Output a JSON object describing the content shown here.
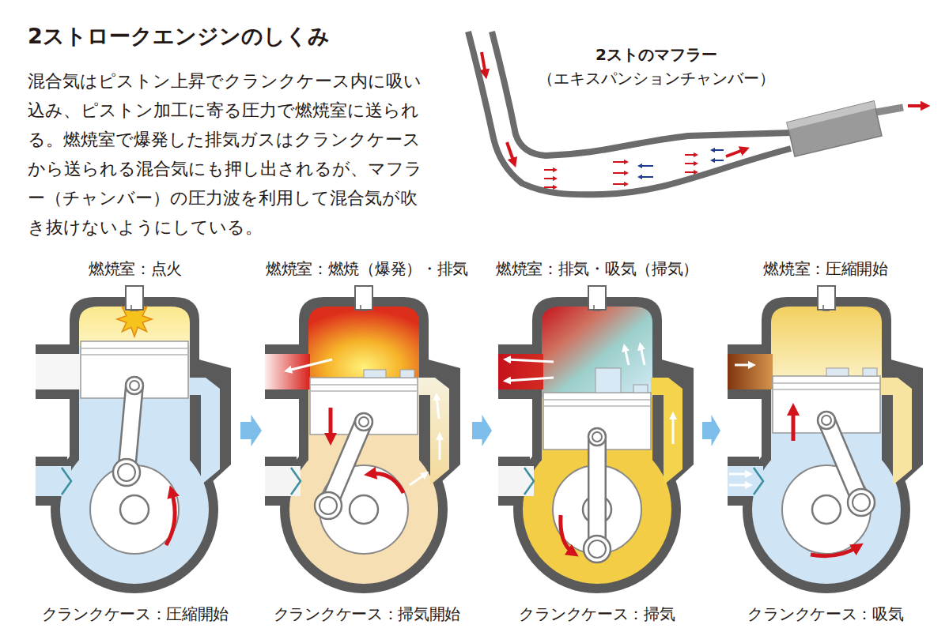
{
  "diagram": {
    "title": "2ストロークエンジンのしくみ",
    "caption": "混合気はピストン上昇でクランクケース内に吸い込み、ピストン加工に寄る圧力で燃焼室に送られる。燃焼室で爆発した排気ガスはクランクケースから送られる混合気にも押し出されるが、マフラー（チャンバー）の圧力波を利用して混合気が吹き抜けないようにしている。",
    "nodes": [
      {
        "text": [
          "燃焼室：点火",
          "クランクケース：圧縮開始"
        ]
      },
      {
        "text": [
          "燃焼室：燃焼（爆発）・排気",
          "クランクケース：掃気開始"
        ]
      },
      {
        "text": [
          "燃焼室：排気・吸気（掃気）",
          "クランクケース：掃気"
        ]
      },
      {
        "text": [
          "燃焼室：圧縮開始",
          "クランクケース：吸気"
        ]
      }
    ],
    "edges": [
      {
        "from": 0,
        "to": 1,
        "arrow": "to"
      },
      {
        "from": 1,
        "to": 2,
        "arrow": "to"
      },
      {
        "from": 2,
        "to": 3,
        "arrow": "to"
      }
    ],
    "labels": [
      "2ストのマフラー",
      "（エキスパンションチャンバー）"
    ]
  }
}
